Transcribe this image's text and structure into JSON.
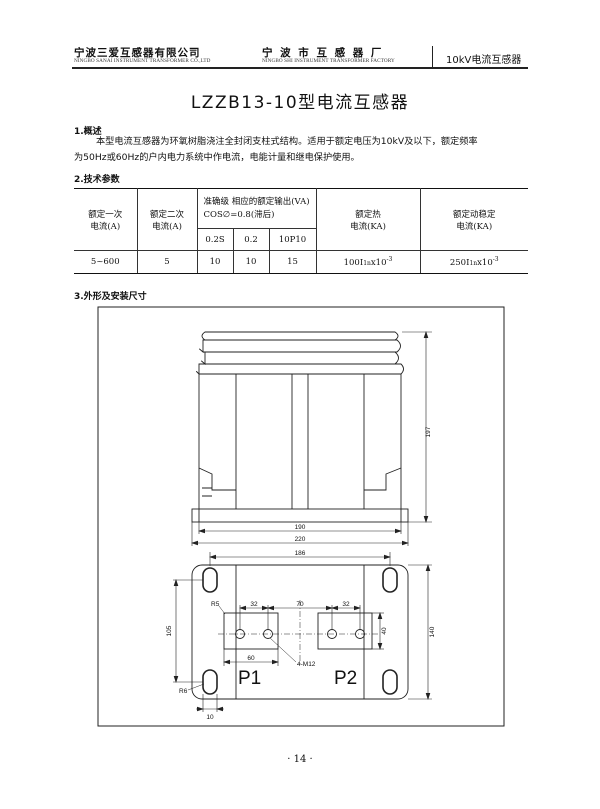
{
  "header": {
    "company_cn": "宁波三爱互感器有限公司",
    "company_en": "NINGBO SANAI INSTRUMENT TRANSFORMER CO.,LTD",
    "factory_cn": "宁 波 市 互 感 器 厂",
    "factory_en": "NINGBO SHI INSTRUMENT TRANSFORMER FACTORY",
    "product_category": "10kV电流互感器"
  },
  "title": "LZZB13-10型电流互感器",
  "overview": {
    "heading": "1.概述",
    "line1": "本型电流互感器为环氧树脂浇注全封闭支柱式结构。适用于额定电压为10kV及以下，额定频率",
    "line2": "为50Hz或60Hz的户内电力系统中作电流，电能计量和继电保护使用。"
  },
  "specs": {
    "heading": "2.技术参数",
    "col_primary_l1": "额定一次",
    "col_primary_l2": "电流(A)",
    "col_secondary_l1": "额定二次",
    "col_secondary_l2": "电流(A)",
    "col_accuracy_l1": "准确级  相应的额定输出(VA)",
    "col_accuracy_l2": "COS∅=0.8(滞后)",
    "sub_02s": "0.2S",
    "sub_02": "0.2",
    "sub_10p10": "10P10",
    "col_thermal_l1": "额定热",
    "col_thermal_l2": "电流(KA)",
    "col_dynamic_l1": "额定动稳定",
    "col_dynamic_l2": "电流(KA)",
    "row": {
      "primary": "5~600",
      "secondary": "5",
      "v02s": "10",
      "v02": "10",
      "v10p10": "15",
      "thermal_base": "100I",
      "thermal_sub": "1n",
      "thermal_x": "x10",
      "thermal_exp": "-3",
      "dynamic_base": "250I",
      "dynamic_sub": "1n",
      "dynamic_x": "x10",
      "dynamic_exp": "-3"
    }
  },
  "drawing": {
    "heading": "3.外形及安装尺寸",
    "dim_197": "197",
    "dim_190": "190",
    "dim_220": "220",
    "dim_186": "186",
    "dim_32_left": "32",
    "dim_70": "70",
    "dim_32_right": "32",
    "dim_r5": "R5",
    "dim_60": "60",
    "dim_40": "40",
    "dim_105": "105",
    "dim_140": "140",
    "dim_m12": "4-M12",
    "dim_r6": "R6",
    "dim_10": "10",
    "terminal_p1": "P1",
    "terminal_p2": "P2"
  },
  "footer": {
    "page_number": "· 14 ·"
  }
}
